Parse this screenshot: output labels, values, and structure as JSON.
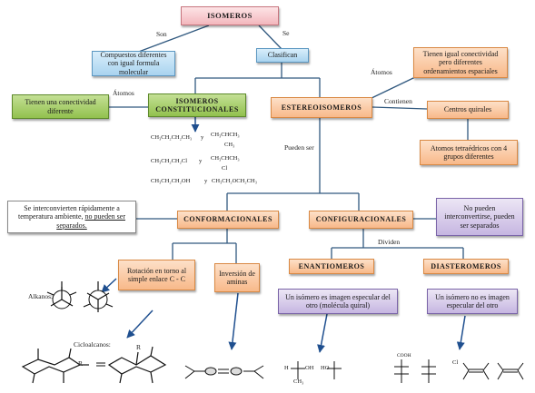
{
  "nodes": {
    "isomeros": "ISOMEROS",
    "compuestos": "Compuestos diferentes con igual formula molecular",
    "clasifican": "Clasifican",
    "tienen_igual": "Tienen igual conectividad pero diferentes ordenamientos espaciales",
    "conectividad_diferente": "Tienen una conectividad diferente",
    "constitucionales": "ISOMEROS CONSTITUCIONALES",
    "estereoisomeros": "ESTEREOISOMEROS",
    "centros_quirales": "Centros quirales",
    "atomos_tetraedricos": "Atomos tetraédricos con 4 grupos diferentes",
    "se_interconvierten_a": "Se interconvierten rápidamente a temperatura ambiente, ",
    "se_interconvierten_b": "no pueden ser separados.",
    "conformacionales": "CONFORMACIONALES",
    "configuracionales": "CONFIGURACIONALES",
    "no_pueden": "No pueden interconvertirse, pueden ser separados",
    "rotacion": "Rotación en torno al simple enlace C - C",
    "inversion": "Inversión de aminas",
    "enantiomeros": "ENANTIOMEROS",
    "diastereomeros": "DIASTEROMEROS",
    "enantiomero_def": "Un isómero es imagen especular del otro (molécula quiral)",
    "diastereomero_def": "Un isómero no es imagen especular del otro"
  },
  "labels": {
    "son": "Son",
    "se": "Se",
    "atomos_left": "Átomos",
    "atomos_right": "Átomos",
    "contienen": "Contienen",
    "pueden_ser": "Pueden ser",
    "dividen": "Dividen",
    "alkanos": "Alkanos:",
    "cicloalcanos": "Cicloalcanos:"
  },
  "formulas": {
    "row1_a": "CH₃CH₂CH₂CH₃",
    "row1_y": "y",
    "row1_b": "CH₃CHCH₃",
    "row1_c": "CH₃",
    "row2_a": "CH₃CH₂CH₂Cl",
    "row2_y": "y",
    "row2_b": "CH₃CHCH₃",
    "row2_c": "Cl",
    "row3_a": "CH₃CH₂CH₂OH",
    "row3_y": "y",
    "row3_b": "CH₃CH₂OCH₂CH₃"
  },
  "drawing_labels": {
    "r1": "R",
    "r2": "R",
    "h": "H",
    "oh": "OH",
    "ch3": "CH₃",
    "ho": "HO",
    "cl": "Cl",
    "cooh": "COOH"
  },
  "colors": {
    "line": "#31597f",
    "arrow": "#1f4f8f"
  }
}
